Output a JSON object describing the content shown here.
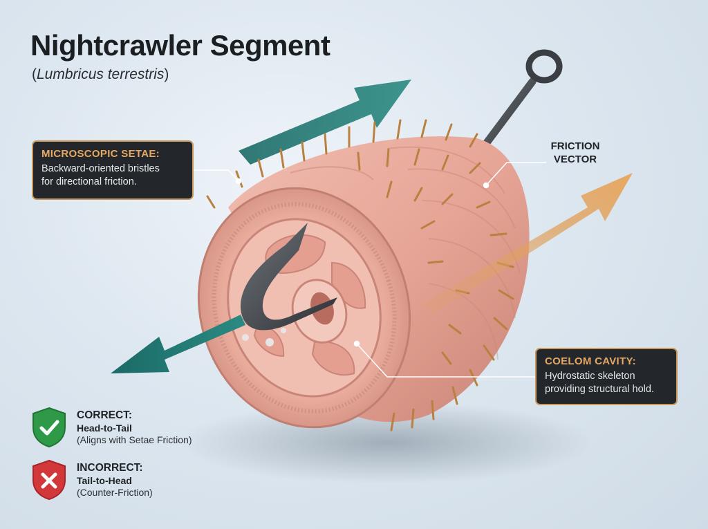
{
  "header": {
    "title": "Nightcrawler Segment",
    "subtitle_open": "(",
    "subtitle_species": "Lumbricus terrestris",
    "subtitle_close": ")"
  },
  "callouts": {
    "setae": {
      "title": "MICROSCOPIC SETAE:",
      "line1": "Backward-oriented bristles",
      "line2": "for directional friction."
    },
    "friction": {
      "line1": "FRICTION",
      "line2": "VECTOR"
    },
    "coelom": {
      "title": "COELOM CAVITY:",
      "line1": "Hydrostatic skeleton",
      "line2": "providing structural hold."
    }
  },
  "legend": {
    "correct": {
      "title": "CORRECT:",
      "direction": "Head-to-Tail",
      "note": "(Aligns with Setae Friction)",
      "icon": "check-shield-icon",
      "color": "#2e9a47"
    },
    "incorrect": {
      "title": "INCORRECT:",
      "direction": "Tail-to-Head",
      "note": "(Counter-Friction)",
      "icon": "x-shield-icon",
      "color": "#d2373a"
    }
  },
  "colors": {
    "teal_arrow": "#1f6f6b",
    "orange_arrow": "#e0a15f",
    "callout_border": "#c99a5b",
    "callout_title": "#e7a861",
    "flesh": "#e6a596"
  }
}
